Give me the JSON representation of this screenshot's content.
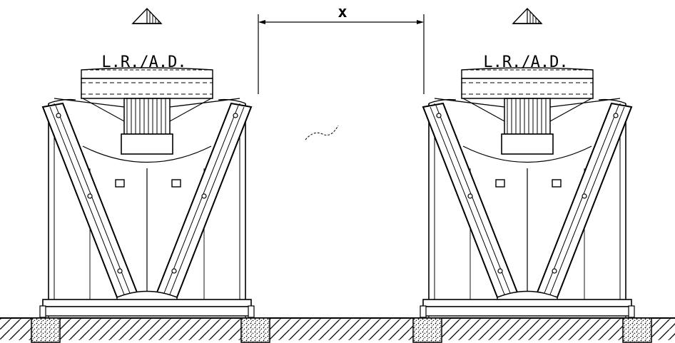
{
  "diagram": {
    "dimension_label": "x",
    "units": [
      {
        "label": "L.R./A.D."
      },
      {
        "label": "L.R./A.D."
      }
    ],
    "colors": {
      "ink": "#000000",
      "paper": "#ffffff"
    }
  }
}
